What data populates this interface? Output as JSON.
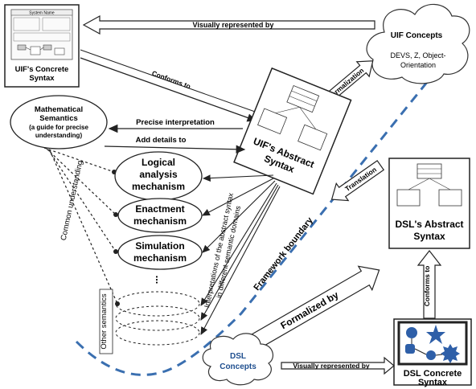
{
  "labels": {
    "uif_concrete": [
      "UIF's Concrete",
      "Syntax"
    ],
    "uif_concepts": "UIF Concepts",
    "uif_concepts_examples": [
      "DEVS, Z, Object-",
      "Orientation"
    ],
    "uif_abstract": [
      "UIF's Abstract",
      "Syntax"
    ],
    "dsl_abstract": [
      "DSL's Abstract",
      "Syntax"
    ],
    "dsl_concrete": [
      "DSL Concrete",
      "Syntax"
    ],
    "dsl_concepts": [
      "DSL",
      "Concepts"
    ],
    "math_semantics": [
      "Mathematical",
      "Semantics",
      "(a guide for precise",
      "understanding)"
    ],
    "logical": [
      "Logical",
      "analysis",
      "mechanism"
    ],
    "enactment": [
      "Enactment",
      "mechanism"
    ],
    "simulation": [
      "Simulation",
      "mechanism"
    ],
    "ellipsis": "...",
    "other_semantics": "Other semantics",
    "common_understanding": "Common understanding",
    "interpretations": [
      "Interpretations of the abstract syntax",
      "in different semantic domains"
    ],
    "framework_boundary": "Framework boundary",
    "mockup_title": "System Name"
  },
  "edges": {
    "visually_represented_top": "Visually represented by",
    "formalization": "Formalization",
    "conforms_to_top": "Conforms to",
    "precise_interpretation": "Precise interpretation",
    "add_details": "Add details to",
    "translation": "Translation",
    "conforms_to_right": "Conforms to",
    "formalized_by": "Formalized by",
    "visually_represented_bottom": "Visually represented by"
  },
  "colors": {
    "boundary": "#3a6fb0",
    "shapes_fill": "#2e5fa8",
    "stroke": "#222222"
  }
}
